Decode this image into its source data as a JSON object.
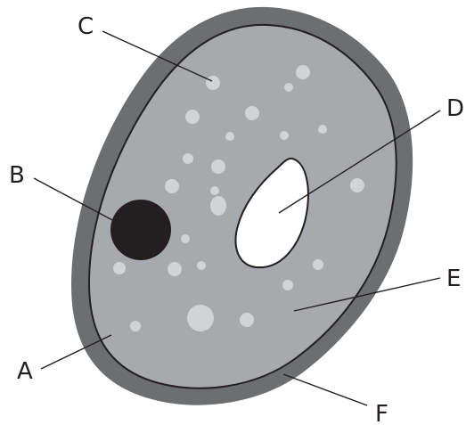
{
  "colors": {
    "cell_wall": "#6d6e70",
    "cytoplasm": "#a7a9ac",
    "outline": "#231f20",
    "granule": "#d1d3d4",
    "nucleus": "#231f20",
    "vacuole": "#ffffff"
  },
  "labels": {
    "a": "A",
    "b": "B",
    "c": "C",
    "d": "D",
    "e": "E",
    "f": "F"
  }
}
